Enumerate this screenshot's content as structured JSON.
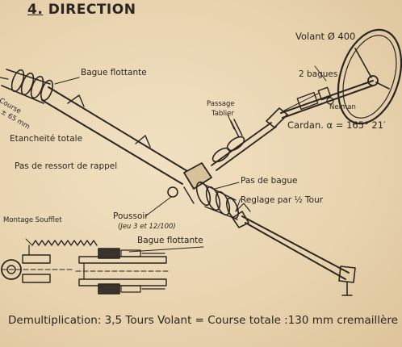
{
  "title": {
    "number": "4.",
    "text": "DIRECTION"
  },
  "labels": {
    "volant": "Volant Ø 400",
    "deux_bagues": "2 bagues",
    "neiman": "Neiman",
    "cardan": "Cardan. α = 165° 21′",
    "passage_tablier_1": "Passage",
    "passage_tablier_2": "Tablier",
    "bague_flottante": "Bague flottante",
    "course_1": "Course",
    "course_2": "± 65 mm",
    "etancheite": "Etancheité totale",
    "pas_de_ressort": "Pas de ressort de rappel",
    "pas_de_bague": "Pas de bague",
    "reglage": "Reglage par ½ Tour",
    "poussoir": "Poussoir",
    "jeu": "(Jeu 3 et 12/100)",
    "montage_soufflet": "Montage Soufflet",
    "bague_flottante_2": "Bague flottante"
  },
  "footer": "Demultiplication: 3,5 Tours Volant = Course totale :130 mm cremaillère"
}
